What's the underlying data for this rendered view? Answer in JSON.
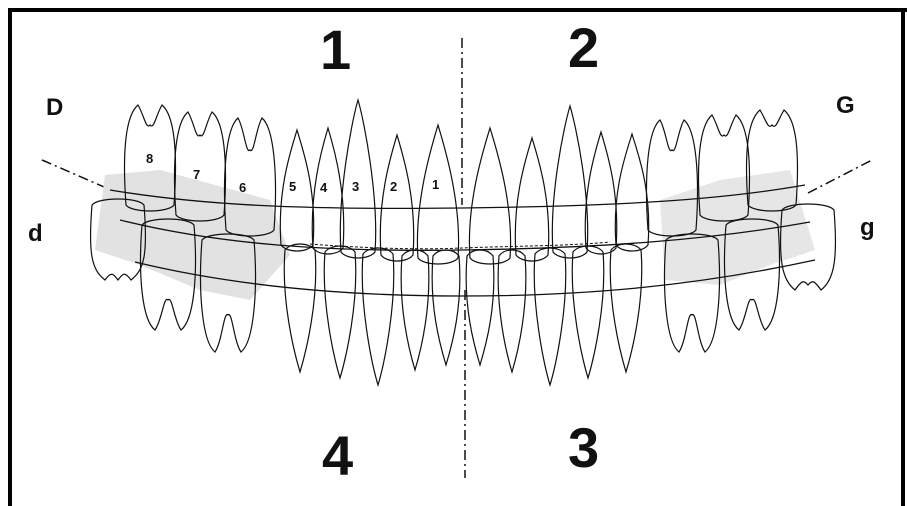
{
  "quadrants": {
    "q1": "1",
    "q2": "2",
    "q3": "3",
    "q4": "4"
  },
  "sides": {
    "upper_right": "D",
    "upper_left": "G",
    "lower_right": "d",
    "lower_left": "g"
  },
  "tooth_numbers": [
    "8",
    "7",
    "6",
    "5",
    "4",
    "3",
    "2",
    "1"
  ],
  "colors": {
    "ink": "#111111",
    "shade": "#e0e0e0",
    "border": "#000000"
  }
}
